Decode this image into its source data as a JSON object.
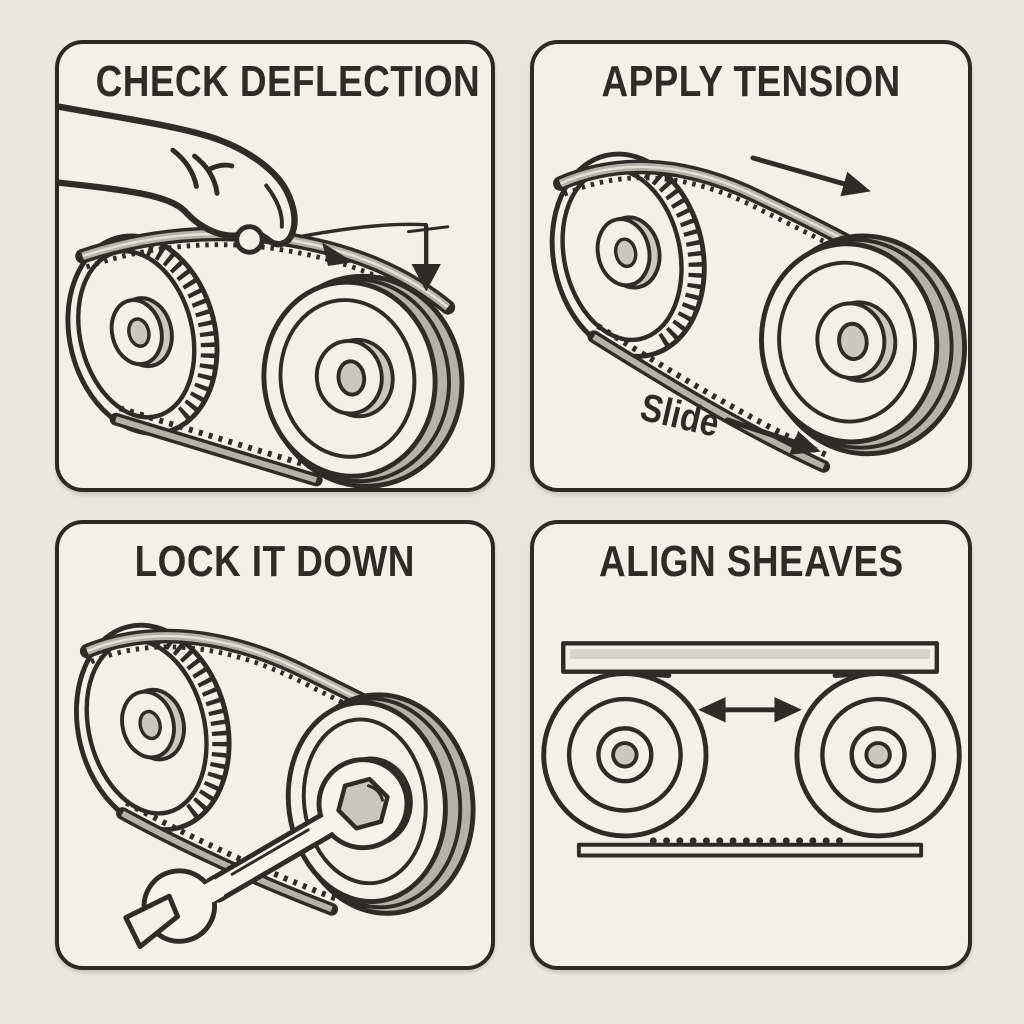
{
  "sheet": {
    "background_color": "#e9e7e2",
    "panel_fill": "#f1f0eb",
    "ink_color": "#2e2c29",
    "belt_gray": "#b4b2ab",
    "metal_gray": "#c9c7c0",
    "straightedge_gray": "#c2c0b9"
  },
  "panels": [
    {
      "id": "check-deflection",
      "title": "CHECK DEFLECTION"
    },
    {
      "id": "apply-tension",
      "title": "APPLY TENSION",
      "annotation": "Slide"
    },
    {
      "id": "lock-it-down",
      "title": "LOCK IT DOWN"
    },
    {
      "id": "align-sheaves",
      "title": "ALIGN SHEAVES"
    }
  ]
}
